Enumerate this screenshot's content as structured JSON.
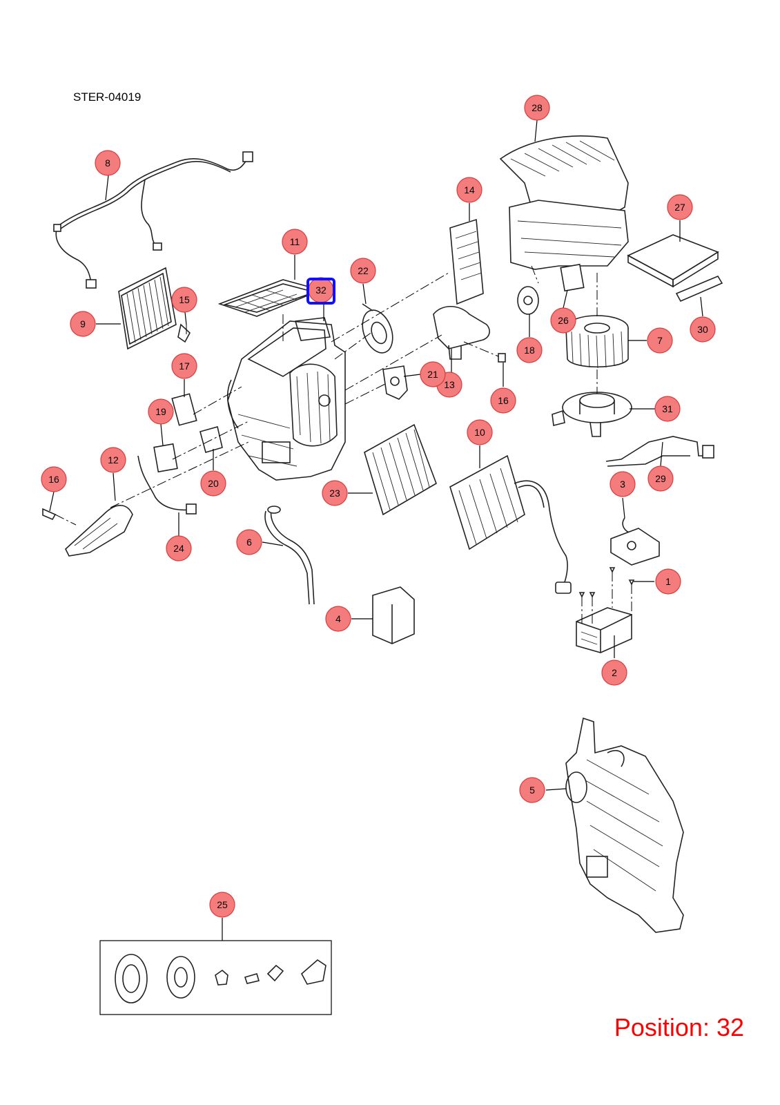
{
  "diagram": {
    "code": "STER-04019",
    "position_label": "Position: 32",
    "callouts": [
      "1",
      "2",
      "3",
      "4",
      "5",
      "6",
      "7",
      "8",
      "9",
      "10",
      "11",
      "12",
      "13",
      "14",
      "15",
      "16",
      "16",
      "17",
      "18",
      "19",
      "20",
      "21",
      "22",
      "23",
      "24",
      "25",
      "26",
      "27",
      "28",
      "29",
      "30",
      "31",
      "32"
    ],
    "selected_callout": "32",
    "colors": {
      "callout_fill": "#f47c7c",
      "callout_stroke": "#d93b3b",
      "selection_box": "#1010ff",
      "position_text": "#ff0000",
      "line_art": "#222222"
    }
  }
}
